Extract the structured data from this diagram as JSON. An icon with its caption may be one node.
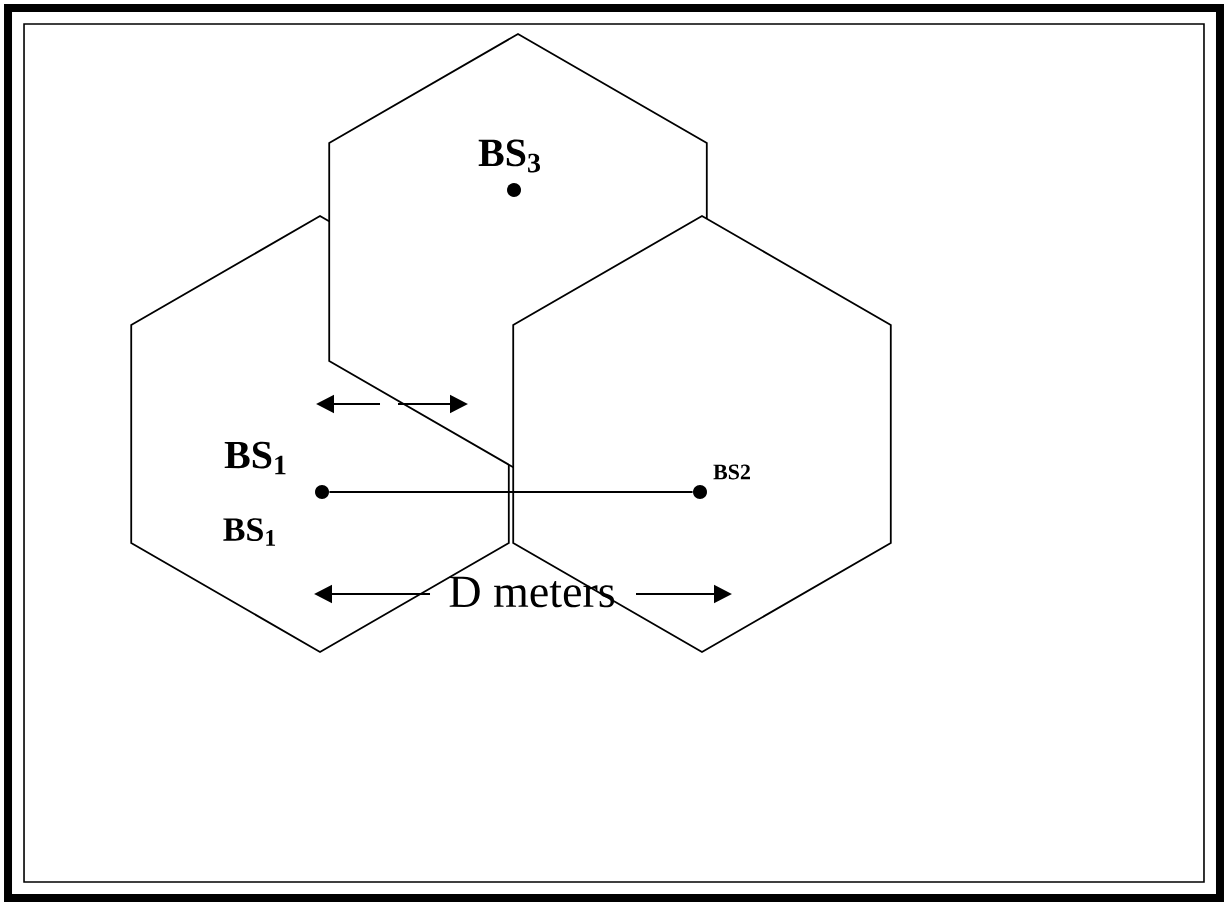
{
  "diagram": {
    "nodes": [
      {
        "text": [],
        "shape": "hexagon"
      },
      {
        "text": [],
        "shape": "hexagon"
      },
      {
        "text": [],
        "shape": "hexagon"
      },
      {
        "text": [],
        "shape": "circle",
        "in": 0
      },
      {
        "text": [],
        "shape": "circle",
        "in": 1
      },
      {
        "text": [],
        "shape": "circle",
        "in": 2
      }
    ],
    "edges": [
      {
        "from": 4,
        "to": 5,
        "arrow": "none"
      }
    ],
    "labels": [
      "BS$_{3}$",
      "BS$_{1}$",
      "BS$_{1}$",
      "BS2",
      "D meters"
    ]
  }
}
